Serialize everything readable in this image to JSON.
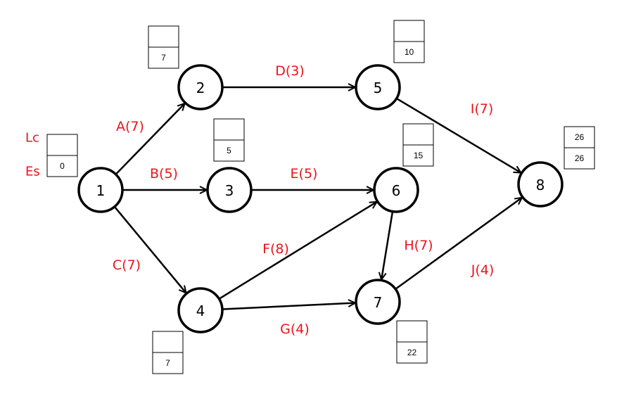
{
  "colors": {
    "label": "#e8151b",
    "line": "#000000"
  },
  "legend": {
    "lc": "Lc",
    "es": "Es"
  },
  "nodes": [
    {
      "id": "1",
      "label": "1"
    },
    {
      "id": "2",
      "label": "2"
    },
    {
      "id": "3",
      "label": "3"
    },
    {
      "id": "4",
      "label": "4"
    },
    {
      "id": "5",
      "label": "5"
    },
    {
      "id": "6",
      "label": "6"
    },
    {
      "id": "7",
      "label": "7"
    },
    {
      "id": "8",
      "label": "8"
    }
  ],
  "edges": [
    {
      "from": "1",
      "to": "2",
      "label": "A(7)"
    },
    {
      "from": "1",
      "to": "3",
      "label": "B(5)"
    },
    {
      "from": "1",
      "to": "4",
      "label": "C(7)"
    },
    {
      "from": "2",
      "to": "5",
      "label": "D(3)"
    },
    {
      "from": "3",
      "to": "6",
      "label": "E(5)"
    },
    {
      "from": "4",
      "to": "6",
      "label": "F(8)"
    },
    {
      "from": "4",
      "to": "7",
      "label": "G(4)"
    },
    {
      "from": "6",
      "to": "7",
      "label": "H(7)"
    },
    {
      "from": "5",
      "to": "8",
      "label": "I(7)"
    },
    {
      "from": "7",
      "to": "8",
      "label": "J(4)"
    }
  ],
  "boxes": [
    {
      "node": "1",
      "lc": "",
      "es": "0"
    },
    {
      "node": "2",
      "lc": "",
      "es": "7"
    },
    {
      "node": "3",
      "lc": "",
      "es": "5"
    },
    {
      "node": "4",
      "lc": "",
      "es": "7"
    },
    {
      "node": "5",
      "lc": "",
      "es": "10"
    },
    {
      "node": "6",
      "lc": "",
      "es": "15"
    },
    {
      "node": "7",
      "lc": "",
      "es": "22"
    },
    {
      "node": "8",
      "lc": "26",
      "es": "26"
    }
  ]
}
